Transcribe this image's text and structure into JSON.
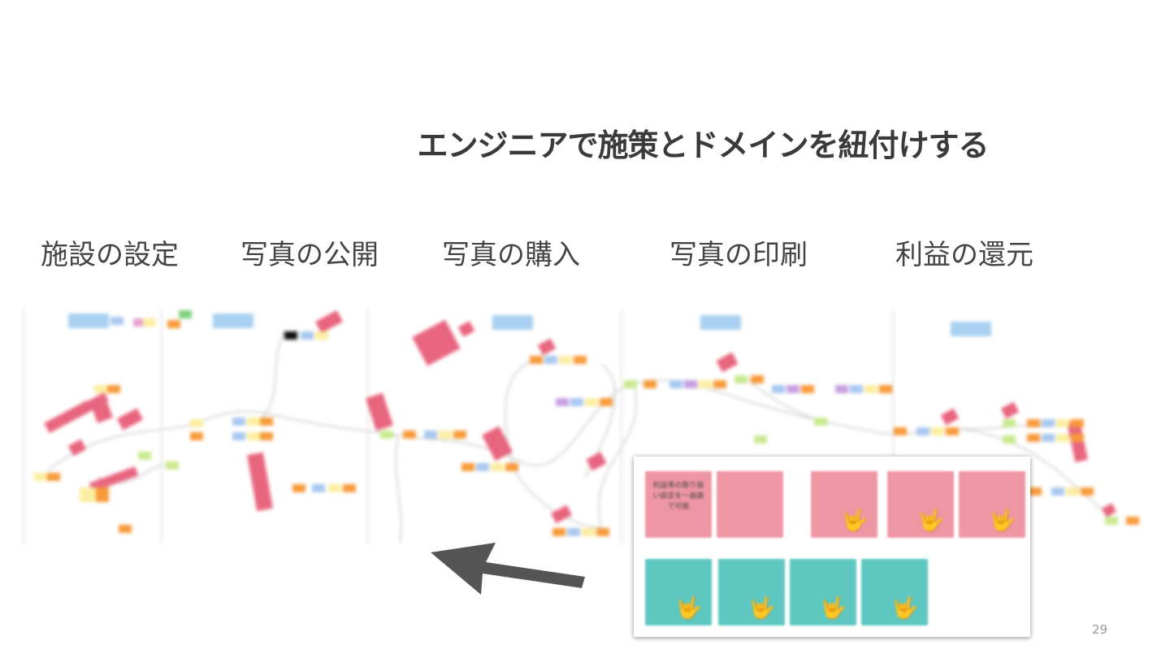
{
  "slide": {
    "title": "エンジニアで施策とドメインを紐付けする",
    "page_number": "29"
  },
  "phases": [
    {
      "label": "施設の設定"
    },
    {
      "label": "写真の公開"
    },
    {
      "label": "写真の購入"
    },
    {
      "label": "写真の印刷"
    },
    {
      "label": "利益の還元"
    }
  ],
  "inset_cards": [
    {
      "text": "利益率の取り扱い設定を一画面で可能",
      "color": "#ef96a4",
      "hand": false
    },
    {
      "text": "",
      "color": "#ef96a4",
      "hand": false
    },
    {
      "text": "",
      "color": "#ef96a4",
      "hand": true
    },
    {
      "text": "",
      "color": "#ef96a4",
      "hand": true
    },
    {
      "text": "",
      "color": "#ef96a4",
      "hand": true
    },
    {
      "text": "",
      "color": "#5ec8c0",
      "hand": true
    },
    {
      "text": "",
      "color": "#5ec8c0",
      "hand": true
    },
    {
      "text": "",
      "color": "#5ec8c0",
      "hand": true
    },
    {
      "text": "",
      "color": "#5ec8c0",
      "hand": true
    }
  ],
  "colors": {
    "sticky_pink": "#ef96a4",
    "sticky_teal": "#5ec8c0",
    "arrow": "#555555",
    "note_red": "#e8657e",
    "note_blue": "#a8c8f0",
    "note_yellow": "#fbeea0",
    "note_orange": "#f89a3a",
    "note_green": "#c8ea90",
    "note_purple": "#c8a0e0",
    "header_blue": "#a8d0f0"
  }
}
